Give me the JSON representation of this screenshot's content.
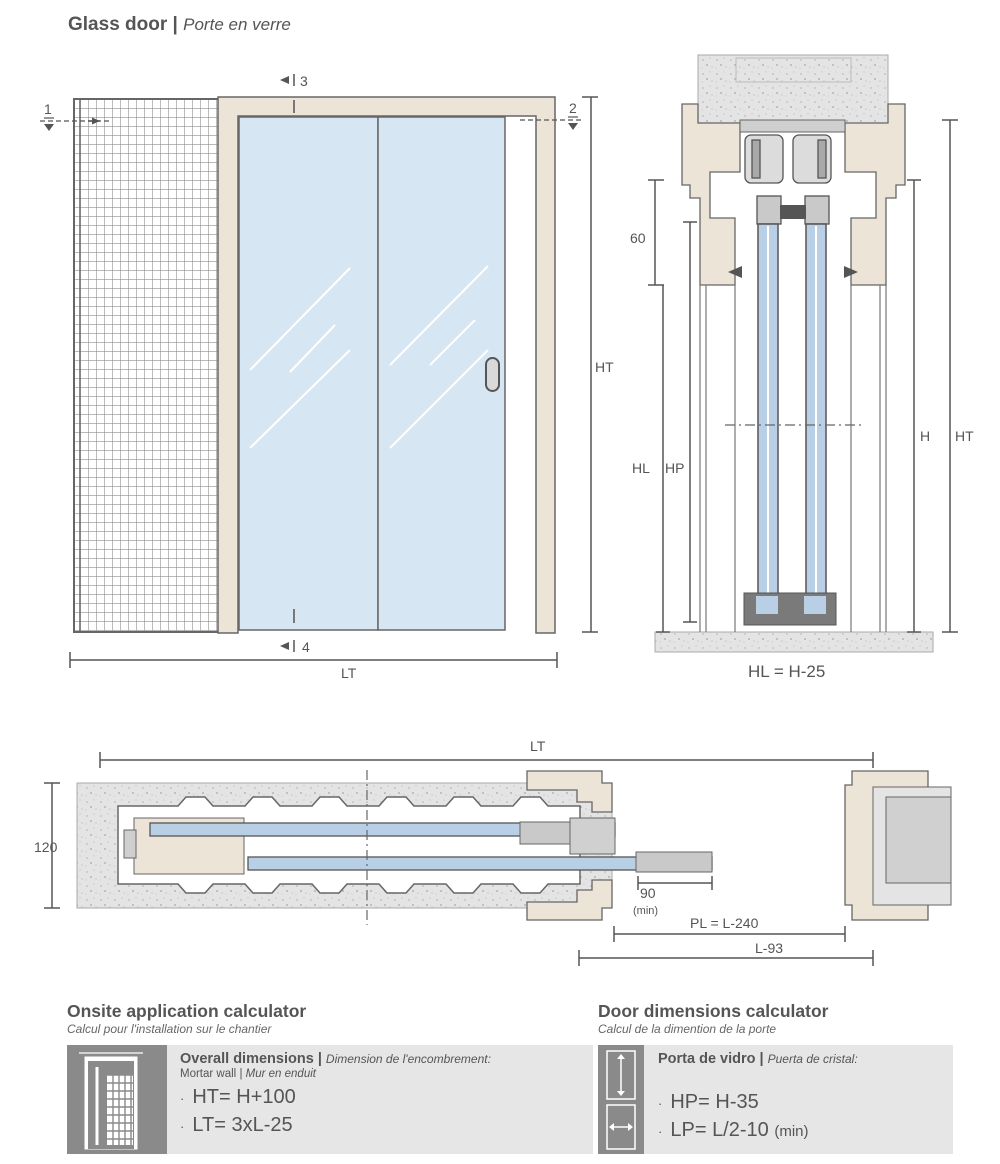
{
  "header": {
    "title": "Glass door",
    "separator": "|",
    "subtitle": "Porte en verre"
  },
  "elevation": {
    "labels": {
      "gap_top": "3",
      "gap_bottom": "4",
      "left_mark": "1",
      "right_mark": "2",
      "height": "HT",
      "width": "LT"
    }
  },
  "section": {
    "labels": {
      "top_dim": "60",
      "hl": "HL",
      "hp": "HP",
      "h": "H",
      "ht": "HT",
      "formula": "HL = H-25"
    }
  },
  "plan": {
    "labels": {
      "width": "LT",
      "thickness": "120",
      "min_gap": "90",
      "min_note": "(min)",
      "pl": "PL = L-240",
      "l93": "L-93"
    }
  },
  "calc_left": {
    "title": "Onsite application calculator",
    "subtitle": "Calcul pour l'installation sur le chantier",
    "card_title": "Overall dimensions",
    "card_sep": "|",
    "card_title_fr": "Dimension de l'encombrement:",
    "card_line2_en": "Mortar wall",
    "card_line2_sep": "|",
    "card_line2_fr": "Mur en enduit",
    "formulas": [
      {
        "bullet": "·",
        "lhs": "HT",
        "op": "=",
        "rhs": "H+100"
      },
      {
        "bullet": "·",
        "lhs": "LT",
        "op": "=",
        "rhs": "3xL-25"
      }
    ]
  },
  "calc_right": {
    "title": "Door dimensions calculator",
    "subtitle": "Calcul de la dimention de la porte",
    "card_title": "Porta de vidro",
    "card_sep": "|",
    "card_title_es": "Puerta de cristal:",
    "formulas": [
      {
        "bullet": "·",
        "lhs": "HP",
        "op": "=",
        "rhs": "H-35",
        "note": ""
      },
      {
        "bullet": "·",
        "lhs": "LP",
        "op": "=",
        "rhs": "L/2-10",
        "note": "(min)"
      }
    ]
  },
  "colors": {
    "frame": "#ece4d6",
    "glass": "#d7e6f3",
    "concrete": "#e4e4e4",
    "rail_blue": "#b9cfe6",
    "line": "#555555",
    "card_bg": "#e6e6e6",
    "icon_bg": "#8a8a8a"
  }
}
